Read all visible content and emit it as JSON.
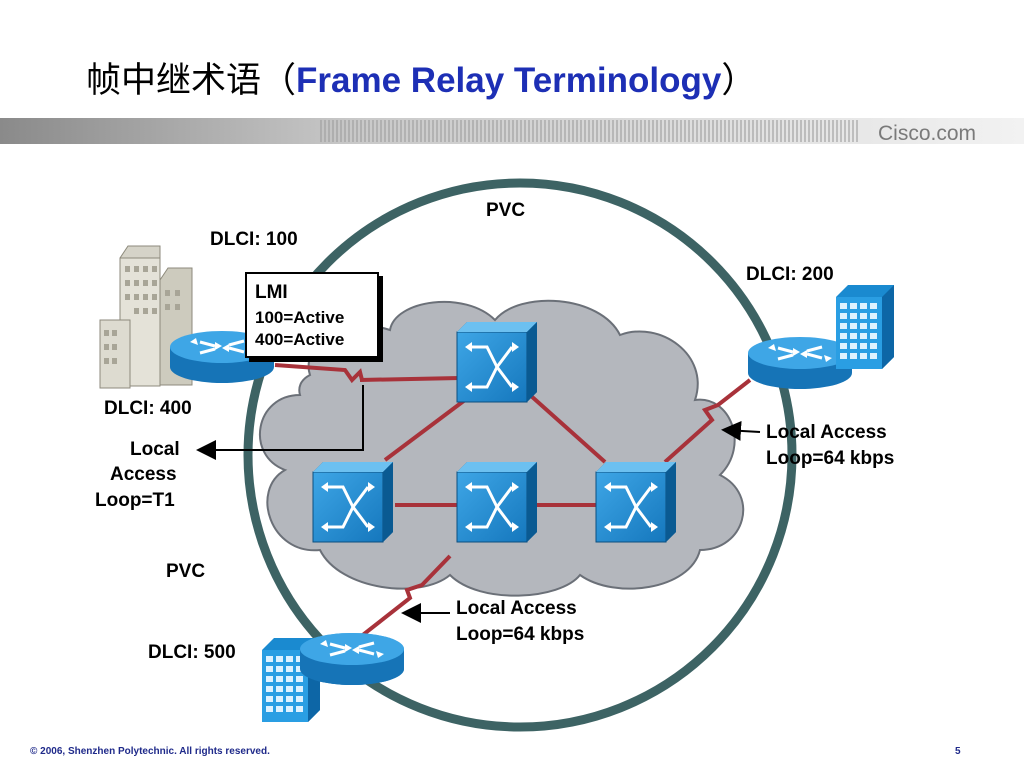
{
  "title": {
    "cn": "帧中继术语",
    "open_paren": "（",
    "en": "Frame Relay Terminology",
    "close_paren": "）"
  },
  "brand": "Cisco.com",
  "labels": {
    "pvc_top": "PVC",
    "dlci_100": "DLCI: 100",
    "dlci_200": "DLCI: 200",
    "dlci_400": "DLCI: 400",
    "dlci_500": "DLCI: 500",
    "local_left_1": "Local",
    "local_left_2": "Access",
    "local_left_3": "Loop=T1",
    "local_right_1": "Local Access",
    "local_right_2": "Loop=64 kbps",
    "local_bottom_1": "Local Access",
    "local_bottom_2": "Loop=64 kbps",
    "pvc_left": "PVC"
  },
  "lmi": {
    "title": "LMI",
    "line1": "100=Active",
    "line2": "400=Active"
  },
  "footer": "© 2006, Shenzhen Polytechnic. All rights reserved.",
  "page_number": "5",
  "colors": {
    "pvc_ring": "#3d6364",
    "link": "#a8323a",
    "cloud": "#b4b7bd",
    "switch": "#1c8bd1",
    "title_blue": "#1d2fb5"
  }
}
